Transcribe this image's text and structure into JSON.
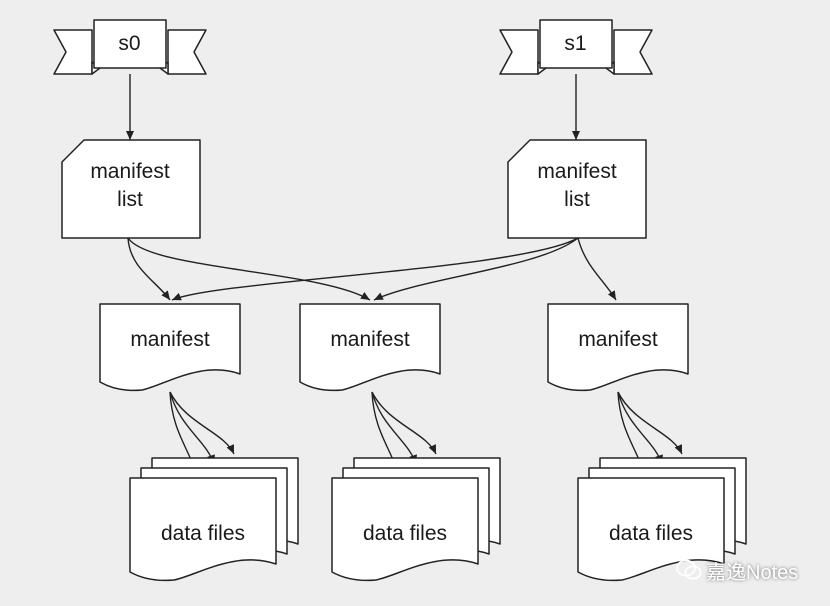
{
  "colors": {
    "background": "#eeeeee",
    "shape_fill": "#ffffff",
    "stroke": "#222222",
    "text": "#1a1a1a"
  },
  "snapshots": [
    {
      "id": "s0",
      "label": "s0"
    },
    {
      "id": "s1",
      "label": "s1"
    }
  ],
  "manifest_lists": [
    {
      "snapshot": "s0",
      "label": "manifest\nlist"
    },
    {
      "snapshot": "s1",
      "label": "manifest\nlist"
    }
  ],
  "manifests": [
    {
      "id": "m0",
      "label": "manifest"
    },
    {
      "id": "m1",
      "label": "manifest"
    },
    {
      "id": "m2",
      "label": "manifest"
    }
  ],
  "data_file_groups": [
    {
      "manifest": "m0",
      "label": "data files"
    },
    {
      "manifest": "m1",
      "label": "data files"
    },
    {
      "manifest": "m2",
      "label": "data files"
    }
  ],
  "edges": [
    {
      "from": "s0",
      "to": "manifest-list-0"
    },
    {
      "from": "s1",
      "to": "manifest-list-1"
    },
    {
      "from": "manifest-list-0",
      "to": "m0"
    },
    {
      "from": "manifest-list-0",
      "to": "m1"
    },
    {
      "from": "manifest-list-1",
      "to": "m0"
    },
    {
      "from": "manifest-list-1",
      "to": "m1"
    },
    {
      "from": "manifest-list-1",
      "to": "m2"
    },
    {
      "from": "m0",
      "to": "data-files-0"
    },
    {
      "from": "m1",
      "to": "data-files-1"
    },
    {
      "from": "m2",
      "to": "data-files-2"
    }
  ],
  "watermark": {
    "text": "嘉逸Notes",
    "icon": "wechat-icon"
  }
}
